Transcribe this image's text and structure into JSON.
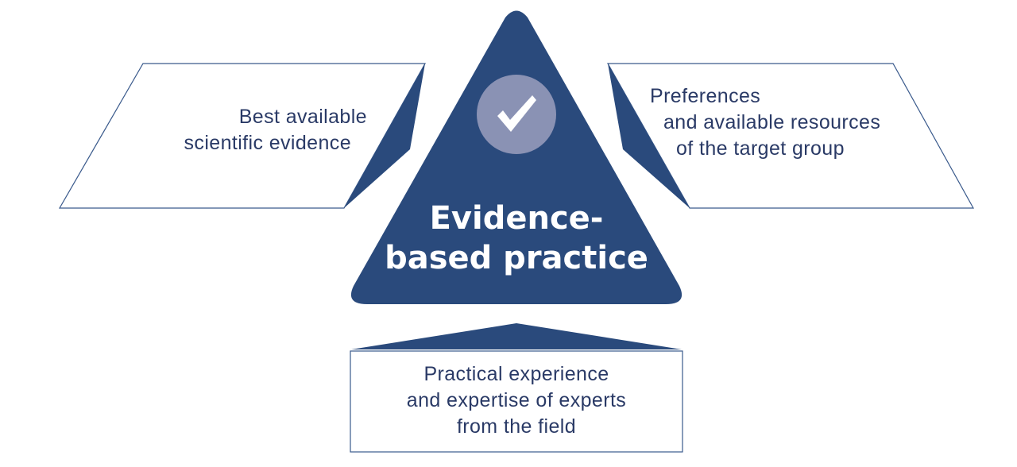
{
  "colors": {
    "navy": "#2a4a7c",
    "text": "#2a3a66",
    "badge": "#8a92b4",
    "outline": "#3a5a8c"
  },
  "center": {
    "title_line1": "Evidence-",
    "title_line2": "based practice",
    "badge_icon": "check-icon"
  },
  "left_panel": {
    "line1": "Best available",
    "line2": "scientific evidence"
  },
  "right_panel": {
    "line1": "Preferences",
    "line2": "and available resources",
    "line3": "of the target group"
  },
  "bottom_panel": {
    "line1": "Practical experience",
    "line2": "and expertise of experts",
    "line3": "from the field"
  }
}
